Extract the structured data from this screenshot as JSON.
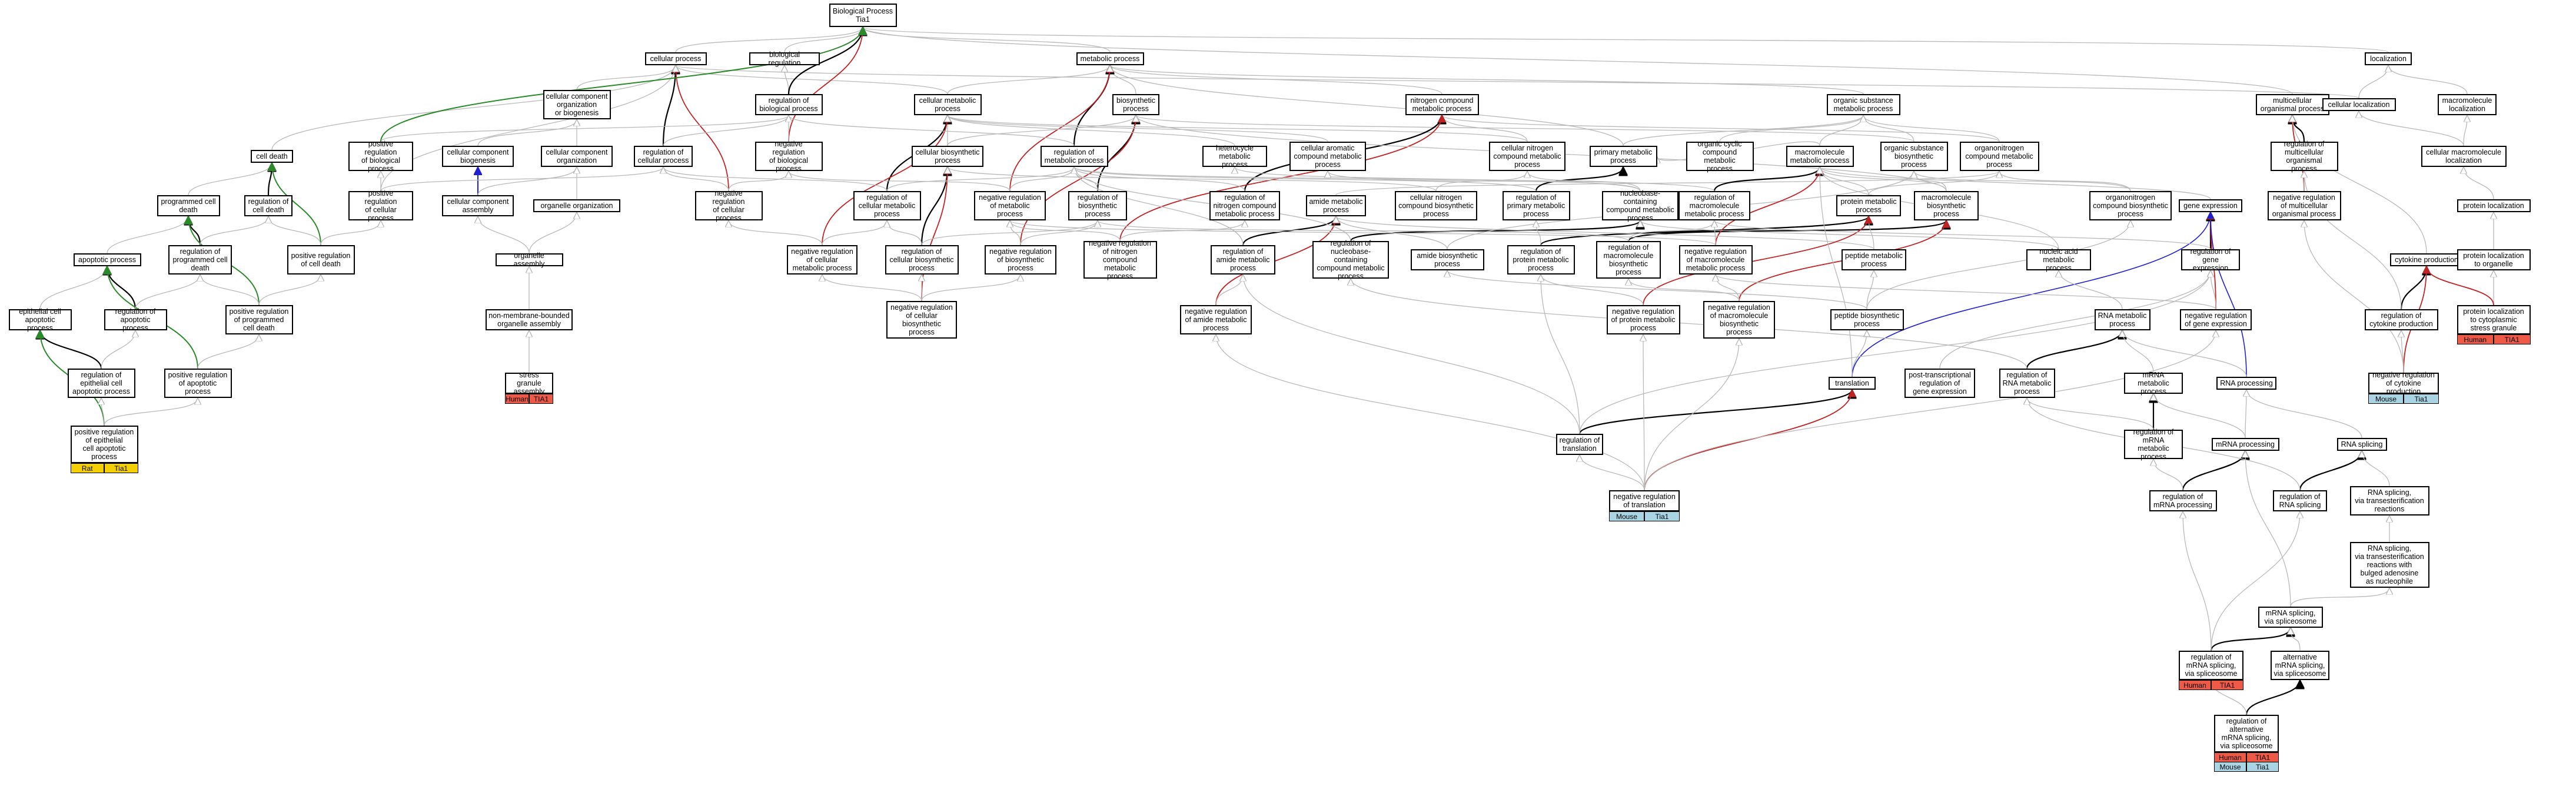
{
  "diagram": {
    "root": "Biological Process\nTia1",
    "nodes": [
      {
        "id": "bp",
        "label": "Biological Process\nTia1"
      },
      {
        "id": "cp",
        "label": "cellular process"
      },
      {
        "id": "breg",
        "label": "biological regulation"
      },
      {
        "id": "mp",
        "label": "metabolic process"
      },
      {
        "id": "loc",
        "label": "localization"
      },
      {
        "id": "ccob",
        "label": "cellular component\norganization\nor biogenesis"
      },
      {
        "id": "rbp",
        "label": "regulation of\nbiological process"
      },
      {
        "id": "cmp",
        "label": "cellular metabolic\nprocess"
      },
      {
        "id": "bsp",
        "label": "biosynthetic\nprocess"
      },
      {
        "id": "ncmp",
        "label": "nitrogen compound\nmetabolic process"
      },
      {
        "id": "osmp",
        "label": "organic substance\nmetabolic process"
      },
      {
        "id": "mop",
        "label": "multicellular\norganismal process"
      },
      {
        "id": "cloc",
        "label": "cellular localization"
      },
      {
        "id": "mloc",
        "label": "macromolecule\nlocalization"
      },
      {
        "id": "cdeath",
        "label": "cell death"
      },
      {
        "id": "prbp",
        "label": "positive regulation\nof biological\nprocess"
      },
      {
        "id": "ccb",
        "label": "cellular component\nbiogenesis"
      },
      {
        "id": "cco",
        "label": "cellular component\norganization"
      },
      {
        "id": "rcp",
        "label": "regulation of\ncellular process"
      },
      {
        "id": "nrbp",
        "label": "negative regulation\nof biological\nprocess"
      },
      {
        "id": "cbp",
        "label": "cellular biosynthetic\nprocess"
      },
      {
        "id": "rmp",
        "label": "regulation of\nmetabolic process"
      },
      {
        "id": "hmp",
        "label": "heterocycle\nmetabolic process"
      },
      {
        "id": "acmp",
        "label": "cellular aromatic\ncompound metabolic\nprocess"
      },
      {
        "id": "cncmp",
        "label": "cellular nitrogen\ncompound metabolic\nprocess"
      },
      {
        "id": "pmp",
        "label": "primary metabolic\nprocess"
      },
      {
        "id": "occmp",
        "label": "organic cyclic\ncompound metabolic\nprocess"
      },
      {
        "id": "macmp",
        "label": "macromolecule\nmetabolic process"
      },
      {
        "id": "osbp",
        "label": "organic substance\nbiosynthetic\nprocess"
      },
      {
        "id": "onmp",
        "label": "organonitrogen\ncompound metabolic\nprocess"
      },
      {
        "id": "rmop",
        "label": "regulation of\nmulticellular\norganismal process"
      },
      {
        "id": "cmloc",
        "label": "cellular macromolecule\nlocalization"
      },
      {
        "id": "pcd",
        "label": "programmed cell\ndeath"
      },
      {
        "id": "rcd",
        "label": "regulation of\ncell death"
      },
      {
        "id": "prcp",
        "label": "positive regulation\nof cellular\nprocess"
      },
      {
        "id": "cca",
        "label": "cellular component\nassembly"
      },
      {
        "id": "oorg",
        "label": "organelle organization"
      },
      {
        "id": "nrcp",
        "label": "negative regulation\nof cellular\nprocess"
      },
      {
        "id": "rcmp",
        "label": "regulation of\ncellular metabolic\nprocess"
      },
      {
        "id": "nrmp",
        "label": "negative regulation\nof metabolic\nprocess"
      },
      {
        "id": "rbsp",
        "label": "regulation of\nbiosynthetic\nprocess"
      },
      {
        "id": "rncmp",
        "label": "regulation of\nnitrogen compound\nmetabolic process"
      },
      {
        "id": "amp",
        "label": "amide metabolic\nprocess"
      },
      {
        "id": "cncbp",
        "label": "cellular nitrogen\ncompound biosynthetic\nprocess"
      },
      {
        "id": "rpmp",
        "label": "regulation of\nprimary metabolic\nprocess"
      },
      {
        "id": "nccmp",
        "label": "nucleobase-containing\ncompound metabolic\nprocess"
      },
      {
        "id": "rmmp",
        "label": "regulation of\nmacromolecule\nmetabolic process"
      },
      {
        "id": "prmp",
        "label": "protein metabolic\nprocess"
      },
      {
        "id": "mbp",
        "label": "macromolecule\nbiosynthetic\nprocess"
      },
      {
        "id": "obp",
        "label": "organonitrogen\ncompound biosynthetic\nprocess"
      },
      {
        "id": "nrmop",
        "label": "negative regulation\nof multicellular\norganismal process"
      },
      {
        "id": "ge",
        "label": "gene expression"
      },
      {
        "id": "cytp",
        "label": "cytokine production"
      },
      {
        "id": "ploc",
        "label": "protein localization"
      },
      {
        "id": "plo",
        "label": "protein localization\nto organelle"
      },
      {
        "id": "apop",
        "label": "apoptotic process"
      },
      {
        "id": "rpcd",
        "label": "regulation of\nprogrammed cell\ndeath"
      },
      {
        "id": "prcd",
        "label": "positive regulation\nof cell death"
      },
      {
        "id": "oasm",
        "label": "organelle assembly"
      },
      {
        "id": "nrcmp",
        "label": "negative regulation\nof cellular\nmetabolic process"
      },
      {
        "id": "rcbp",
        "label": "regulation of\ncellular biosynthetic\nprocess"
      },
      {
        "id": "nrbsp",
        "label": "negative regulation\nof biosynthetic\nprocess"
      },
      {
        "id": "nrncmp",
        "label": "negative regulation\nof nitrogen\ncompound metabolic\nprocess"
      },
      {
        "id": "ramp",
        "label": "regulation of\namide metabolic\nprocess"
      },
      {
        "id": "rnccmp",
        "label": "regulation of\nnucleobase-containing\ncompound metabolic\nprocess"
      },
      {
        "id": "abp",
        "label": "amide biosynthetic\nprocess"
      },
      {
        "id": "rprmp",
        "label": "regulation of\nprotein metabolic\nprocess"
      },
      {
        "id": "rmbp",
        "label": "regulation of\nmacromolecule\nbiosynthetic\nprocess"
      },
      {
        "id": "nrmmp",
        "label": "negative regulation\nof macromolecule\nmetabolic process"
      },
      {
        "id": "pepmp",
        "label": "peptide metabolic\nprocess"
      },
      {
        "id": "namp",
        "label": "nucleic acid\nmetabolic process"
      },
      {
        "id": "rge",
        "label": "regulation of\ngene expression"
      },
      {
        "id": "eadp",
        "label": "epithelial cell\napoptotic process"
      },
      {
        "id": "rap",
        "label": "regulation of\napoptotic process"
      },
      {
        "id": "prpcd",
        "label": "positive regulation\nof programmed\ncell death"
      },
      {
        "id": "nmbo",
        "label": "non-membrane-bounded\norganelle assembly"
      },
      {
        "id": "nrcbp",
        "label": "negative regulation\nof cellular\nbiosynthetic\nprocess"
      },
      {
        "id": "nramp",
        "label": "negative regulation\nof amide metabolic\nprocess"
      },
      {
        "id": "nrprmp",
        "label": "negative regulation\nof protein metabolic\nprocess"
      },
      {
        "id": "nrmbp",
        "label": "negative regulation\nof macromolecule\nbiosynthetic\nprocess"
      },
      {
        "id": "pepbp",
        "label": "peptide biosynthetic\nprocess"
      },
      {
        "id": "rnamp",
        "label": "RNA metabolic\nprocess"
      },
      {
        "id": "nrge",
        "label": "negative regulation\nof gene expression"
      },
      {
        "id": "rcytp",
        "label": "regulation of\ncytokine production"
      },
      {
        "id": "plcsg",
        "label": "protein localization\nto cytoplasmic\nstress granule"
      },
      {
        "id": "reap",
        "label": "regulation of\nepithelial cell\napoptotic process"
      },
      {
        "id": "prap",
        "label": "positive regulation\nof apoptotic\nprocess"
      },
      {
        "id": "sga",
        "label": "stress granule\nassembly"
      },
      {
        "id": "tl",
        "label": "translation"
      },
      {
        "id": "ptrge",
        "label": "post-transcriptional\nregulation of\ngene expression"
      },
      {
        "id": "rrnamp",
        "label": "regulation of\nRNA metabolic\nprocess"
      },
      {
        "id": "mrnamp",
        "label": "mRNA metabolic\nprocess"
      },
      {
        "id": "rnap",
        "label": "RNA processing"
      },
      {
        "id": "nrcytp",
        "label": "negative regulation\nof cytokine\nproduction"
      },
      {
        "id": "preap",
        "label": "positive regulation\nof epithelial\ncell apoptotic\nprocess"
      },
      {
        "id": "rtl",
        "label": "regulation of\ntranslation"
      },
      {
        "id": "rmrnamp",
        "label": "regulation of\nmRNA metabolic\nprocess"
      },
      {
        "id": "mrnap",
        "label": "mRNA processing"
      },
      {
        "id": "rnas",
        "label": "RNA splicing"
      },
      {
        "id": "nrtl",
        "label": "negative regulation\nof translation"
      },
      {
        "id": "rmrnap",
        "label": "regulation of\nmRNA processing"
      },
      {
        "id": "rrnas",
        "label": "regulation of\nRNA splicing"
      },
      {
        "id": "rnastr",
        "label": "RNA splicing,\nvia transesterification\nreactions"
      },
      {
        "id": "rnasb",
        "label": "RNA splicing,\nvia transesterification\nreactions with\nbulged adenosine\nas nucleophile"
      },
      {
        "id": "mrnas",
        "label": "mRNA splicing,\nvia spliceosome"
      },
      {
        "id": "rmrnas",
        "label": "regulation of\nmRNA splicing,\nvia spliceosome"
      },
      {
        "id": "amrnas",
        "label": "alternative\nmRNA splicing,\nvia spliceosome"
      },
      {
        "id": "ramrnas",
        "label": "regulation of\nalternative\nmRNA splicing,\nvia spliceosome"
      }
    ],
    "annotations": [
      {
        "node": "preap",
        "rows": [
          {
            "species": "Rat",
            "gene": "Tia1",
            "color": "#f5d000"
          }
        ]
      },
      {
        "node": "sga",
        "rows": [
          {
            "species": "Human",
            "gene": "TIA1",
            "color": "#ee5a46"
          }
        ]
      },
      {
        "node": "nrtl",
        "rows": [
          {
            "species": "Mouse",
            "gene": "Tia1",
            "color": "#a8d4e4"
          }
        ]
      },
      {
        "node": "nrcytp",
        "rows": [
          {
            "species": "Mouse",
            "gene": "Tia1",
            "color": "#a8d4e4"
          }
        ]
      },
      {
        "node": "plcsg",
        "rows": [
          {
            "species": "Human",
            "gene": "TIA1",
            "color": "#ee5a46"
          }
        ]
      },
      {
        "node": "rmrnas",
        "rows": [
          {
            "species": "Human",
            "gene": "TIA1",
            "color": "#ee5a46"
          }
        ]
      },
      {
        "node": "ramrnas",
        "rows": [
          {
            "species": "Human",
            "gene": "TIA1",
            "color": "#ee5a46"
          },
          {
            "species": "Mouse",
            "gene": "Tia1",
            "color": "#a8d4e4"
          }
        ]
      }
    ],
    "edge_colors": {
      "is_a": "#b4b4b4",
      "regulates": "#000000",
      "negatively_regulates": "#c22222",
      "positively_regulates": "#2a8a2a",
      "part_of": "#1f1fd0"
    }
  }
}
